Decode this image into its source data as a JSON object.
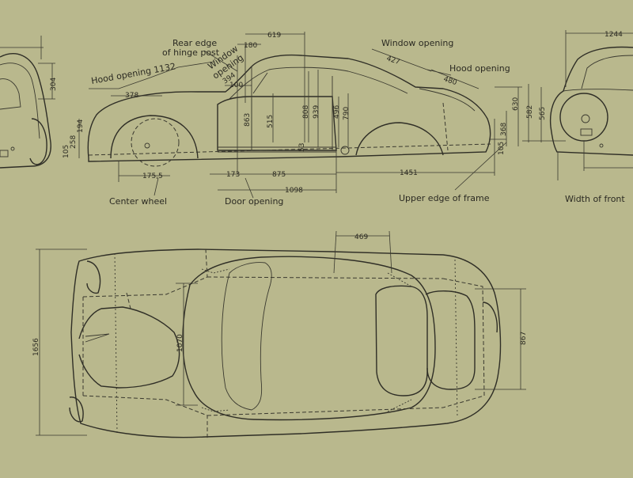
{
  "colors": {
    "paper": "#b9b88d",
    "ink": "#2f2e26"
  },
  "labels": {
    "rear_edge_line1": "Rear edge",
    "rear_edge_line2": "of hinge post",
    "hood_front": "Hood opening 1132",
    "window_side_line1": "Window",
    "window_side_line2": "opening",
    "window_side_value": "394",
    "window_rear": "Window opening",
    "hood_rear": "Hood opening",
    "center_wheel": "Center wheel",
    "door_opening": "Door opening",
    "upper_frame": "Upper edge of frame",
    "width_front": "Width of front",
    "top_right_value": "1244"
  },
  "dims": {
    "d619": "619",
    "d180": "180",
    "d100": "100",
    "d378": "378",
    "d304": "304",
    "d427": "427",
    "d480": "480",
    "d863": "863",
    "d515": "515",
    "d808": "808",
    "d939": "939",
    "d496": "496",
    "d790": "790",
    "d53": "53",
    "d630": "630",
    "d368": "368",
    "d582": "582",
    "d565": "565",
    "d105a": "105",
    "d105b": "105",
    "d258": "258",
    "d194": "194",
    "d175": "175,5",
    "d173": "173",
    "d875": "875",
    "d1451": "1451",
    "d1098": "1098",
    "d469": "469",
    "d1070": "1070",
    "d1656": "1656",
    "d867": "867"
  }
}
